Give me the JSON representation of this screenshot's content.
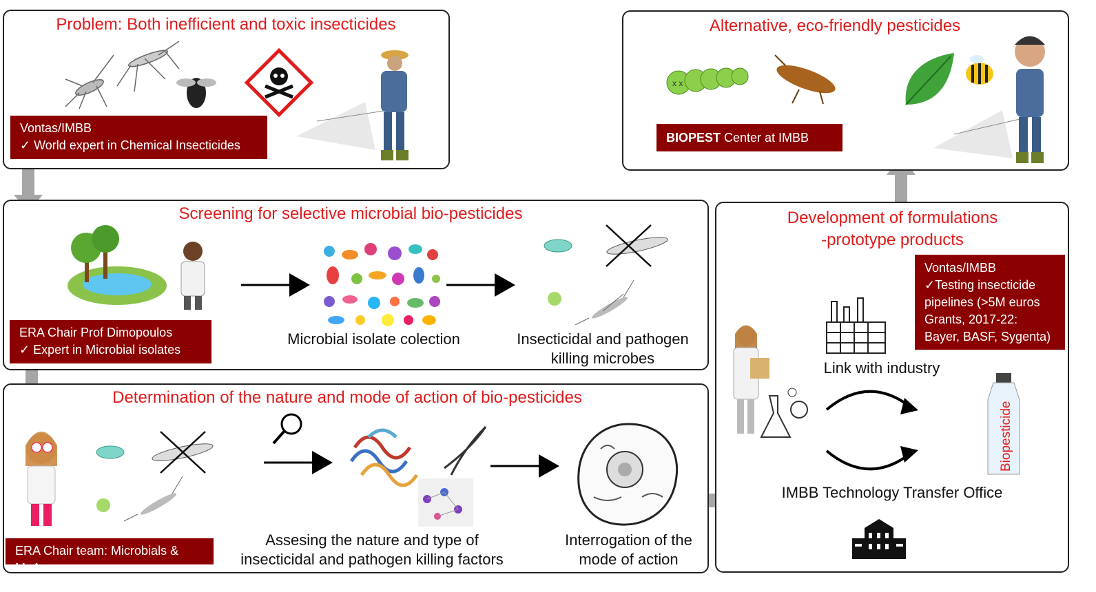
{
  "colors": {
    "title_red": "#e01b1b",
    "label_bg": "#8b0000",
    "arrow_gray": "#a6a6a6"
  },
  "problem": {
    "title": "Problem: Both inefficient and toxic insecticides",
    "label_line1": "Vontas/IMBB",
    "label_line2": "✓  World expert in Chemical Insecticides",
    "icons": [
      "mosquito-icon",
      "fly-icon",
      "toxic-hazard-icon",
      "farmer-spraying-icon"
    ]
  },
  "alternative": {
    "title": "Alternative, eco-friendly pesticides",
    "label_bold": "BIOPEST",
    "label_rest": " Center at IMBB",
    "icons": [
      "dead-caterpillar-icon",
      "dead-insect-icon",
      "leaf-icon",
      "bee-icon",
      "farmer-spraying-icon"
    ]
  },
  "screening": {
    "title": "Screening for selective microbial bio-pesticides",
    "label_line1": "ERA Chair Prof Dimopoulos",
    "label_line2": "✓  Expert in Microbial isolates",
    "caption1": "Microbial isolate colection",
    "caption2_line1": "Insecticidal and pathogen",
    "caption2_line2": "killing microbes"
  },
  "determination": {
    "title": "Determination of the nature and mode of action of bio-pesticides",
    "label": "ERA Chair team: Microbials & MoA",
    "caption1_line1": "Assesing the nature  and type of",
    "caption1_line2": "insecticidal and pathogen killing factors",
    "caption2_line1": "Interrogation of the",
    "caption2_line2": "mode of action"
  },
  "development": {
    "title_line1": "Development of formulations",
    "title_line2": "-prototype products",
    "label_line1": "Vontas/IMBB",
    "label_line2": "✓Testing insecticide pipelines (>5M euros Grants, 2017-22: Bayer, BASF, Sygenta)",
    "link_industry": "Link with industry",
    "tto": "IMBB Technology Transfer Office",
    "bottle_text": "Biopesticide"
  }
}
